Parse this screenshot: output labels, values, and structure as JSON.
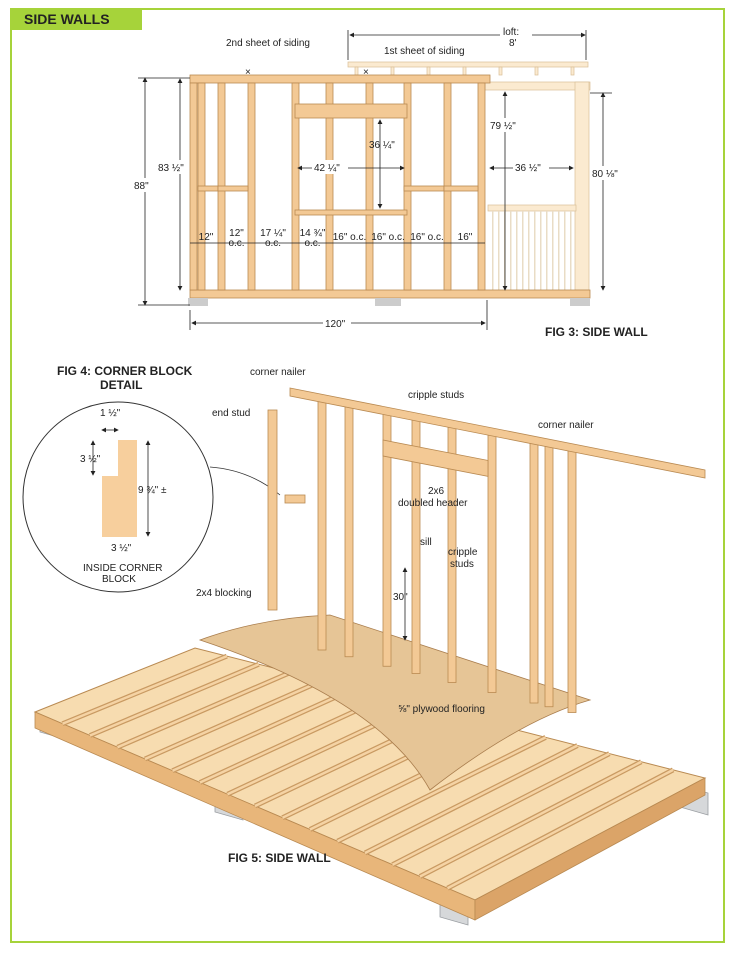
{
  "header": {
    "title": "SIDE WALLS"
  },
  "fig3": {
    "title": "FIG 3: SIDE WALL",
    "second_sheet": "2nd sheet of siding",
    "first_sheet": "1st sheet of siding",
    "loft_label": "loft:",
    "loft_value": "8'",
    "height_plate": "83 ½\"",
    "height_total": "88\"",
    "header_height": "36 ¼\"",
    "window_width": "42 ¼\"",
    "door_height": "79 ½\"",
    "door_width": "36 ½\"",
    "loft_height": "80 ⅛\"",
    "total_width": "120\"",
    "spacings": [
      {
        "top": "",
        "bottom": "12\""
      },
      {
        "top": "12\"",
        "bottom": "o.c."
      },
      {
        "top": "17 ¼\"",
        "bottom": "o.c."
      },
      {
        "top": "14 ¾\"",
        "bottom": "o.c."
      },
      {
        "top": "",
        "bottom": "16\" o.c."
      },
      {
        "top": "",
        "bottom": "16\" o.c."
      },
      {
        "top": "",
        "bottom": "16\" o.c."
      },
      {
        "top": "",
        "bottom": "16\""
      }
    ]
  },
  "fig4": {
    "title_line1": "FIG 4: CORNER BLOCK",
    "title_line2": "DETAIL",
    "notch_width": "1 ½\"",
    "notch_height": "3 ½\"",
    "block_height": "9 ¾\" ±",
    "block_width": "3 ½\"",
    "caption_line1": "INSIDE CORNER",
    "caption_line2": "BLOCK"
  },
  "fig5": {
    "title": "FIG 5: SIDE WALL",
    "corner_nailer_left": "corner nailer",
    "end_stud": "end stud",
    "cripple_studs_top": "cripple studs",
    "corner_nailer_right": "corner nailer",
    "header_line1": "2x6",
    "header_line2": "doubled header",
    "sill": "sill",
    "cripple_line1": "cripple",
    "cripple_line2": "studs",
    "blocking": "2x4 blocking",
    "sill_height": "30\"",
    "flooring": "⅝\" plywood flooring"
  }
}
